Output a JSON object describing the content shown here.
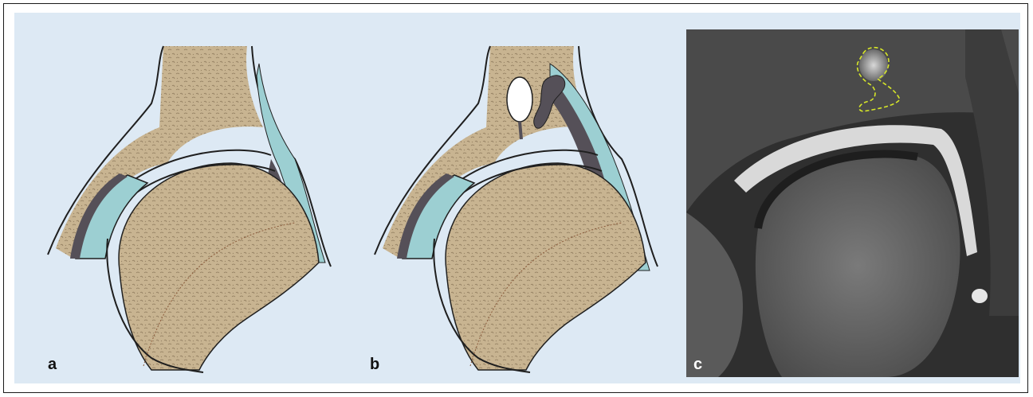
{
  "panels": [
    {
      "label": "a",
      "kind": "illustration",
      "description_id": "normal-hip-joint"
    },
    {
      "label": "b",
      "kind": "illustration",
      "description_id": "hip-joint-with-cyst"
    },
    {
      "label": "c",
      "kind": "mri",
      "description_id": "mri-with-outlined-cyst"
    }
  ],
  "colors": {
    "background": "#dde9f4",
    "bone": "#c8b491",
    "cartilage": "#9ccfd2",
    "capsule": "#555058",
    "outline": "#1f1f1f",
    "mri_outline": "#d6e629"
  }
}
